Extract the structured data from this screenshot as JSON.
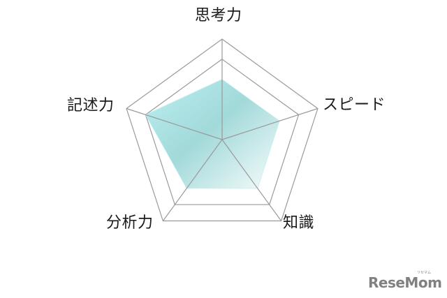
{
  "chart_data": {
    "type": "radar",
    "title": "",
    "axes": [
      "思考力",
      "スピード",
      "知識",
      "分析力",
      "記述力"
    ],
    "series": [
      {
        "name": "",
        "values": [
          3,
          3,
          3,
          3,
          4
        ]
      }
    ],
    "scale_max": 5,
    "grid_rings": [
      4,
      5
    ],
    "grid": true,
    "legend": "none",
    "colors": {
      "fill_light": "#b6eaec",
      "fill_mid": "#9fd8d8",
      "fill_fade": "#eef8f8",
      "grid_line": "#9a9a9a"
    }
  },
  "labels": {
    "top": "思考力",
    "right": "スピード",
    "bottom_right": "知識",
    "bottom_left": "分析力",
    "left": "記述力"
  },
  "watermark": {
    "text": "ReseMom",
    "ruby": "リセマム"
  }
}
